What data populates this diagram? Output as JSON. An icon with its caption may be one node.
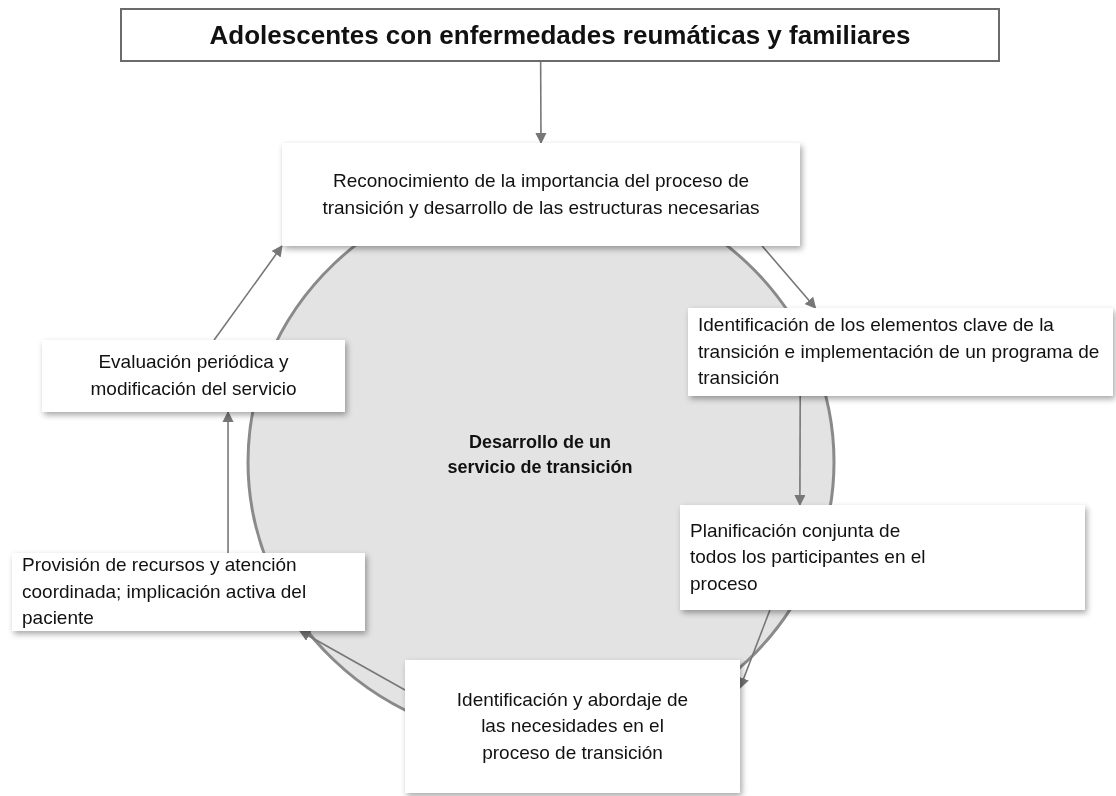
{
  "diagram": {
    "nodes": [
      {
        "text": [
          "Adolescentes con enfermedades reumáticas y familiares"
        ]
      },
      {
        "text": [
          "Reconocimiento de la importancia del proceso de transición y desarrollo de las estructuras necesarias"
        ]
      },
      {
        "text": [
          "Identificación de los elementos clave de la transición e implementación de un programa de transición"
        ]
      },
      {
        "text": [
          "Planificación conjunta de todos los participantes en el proceso"
        ]
      },
      {
        "text": [
          "Identificación y abordaje de las necesidades en el proceso de transición"
        ]
      },
      {
        "text": [
          "Provisión de recursos y atención coordinada; implicación activa del paciente"
        ]
      },
      {
        "text": [
          "Evaluación periódica y modificación del servicio"
        ]
      },
      {
        "text": [
          "Desarrollo de un servicio de transición"
        ]
      }
    ],
    "edges": [
      {
        "from": 0,
        "to": 1,
        "arrow": "to"
      },
      {
        "from": 1,
        "to": 2,
        "arrow": "to"
      },
      {
        "from": 2,
        "to": 3,
        "arrow": "to"
      },
      {
        "from": 3,
        "to": 4,
        "arrow": "to"
      },
      {
        "from": 4,
        "to": 5,
        "arrow": "to"
      },
      {
        "from": 5,
        "to": 6,
        "arrow": "to"
      },
      {
        "from": 6,
        "to": 1,
        "arrow": "to"
      }
    ]
  }
}
